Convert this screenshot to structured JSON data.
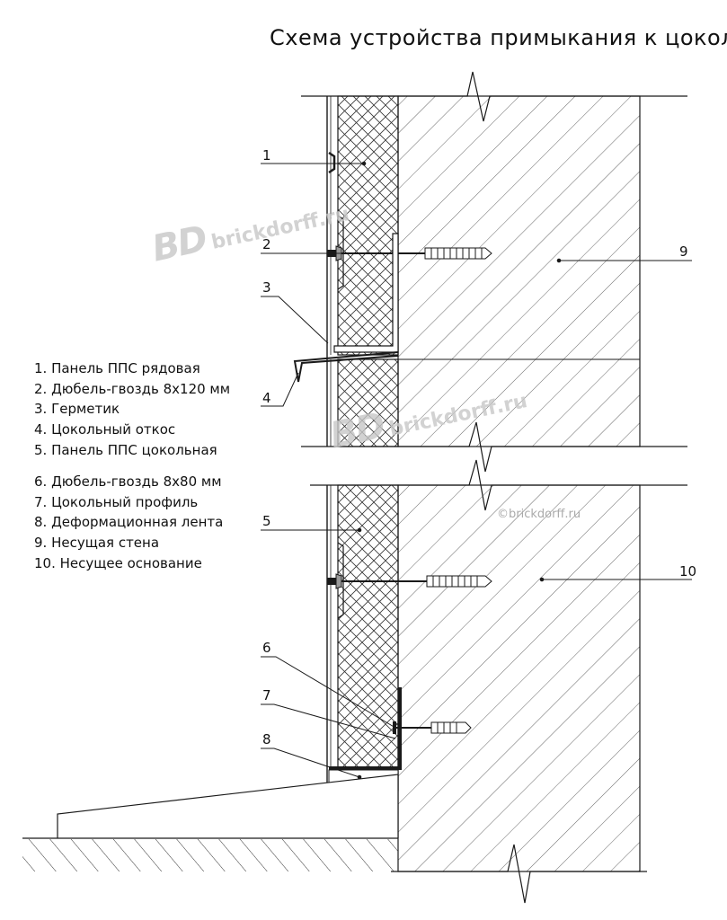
{
  "title": "Схема устройства примыкания к цоколю",
  "legend": [
    "1. Панель ППС рядовая",
    "2. Дюбель-гвоздь 8х120 мм",
    "3. Герметик",
    "4. Цокольный откос",
    "5. Панель ППС цокольная",
    "6. Дюбель-гвоздь 8х80 мм",
    "7. Цокольный профиль",
    "8. Деформационная лента",
    "9. Несущая стена",
    "10. Несущее основание"
  ],
  "callouts": [
    "1",
    "2",
    "3",
    "4",
    "5",
    "6",
    "7",
    "8",
    "9",
    "10"
  ],
  "watermark": {
    "logo": "BD",
    "site": "brickdorff.ru",
    "copyright": "©brickdorff.ru"
  },
  "colors": {
    "line": "#1a1a1a",
    "hatch": "#555555",
    "watermark": "#c8c8c8"
  }
}
